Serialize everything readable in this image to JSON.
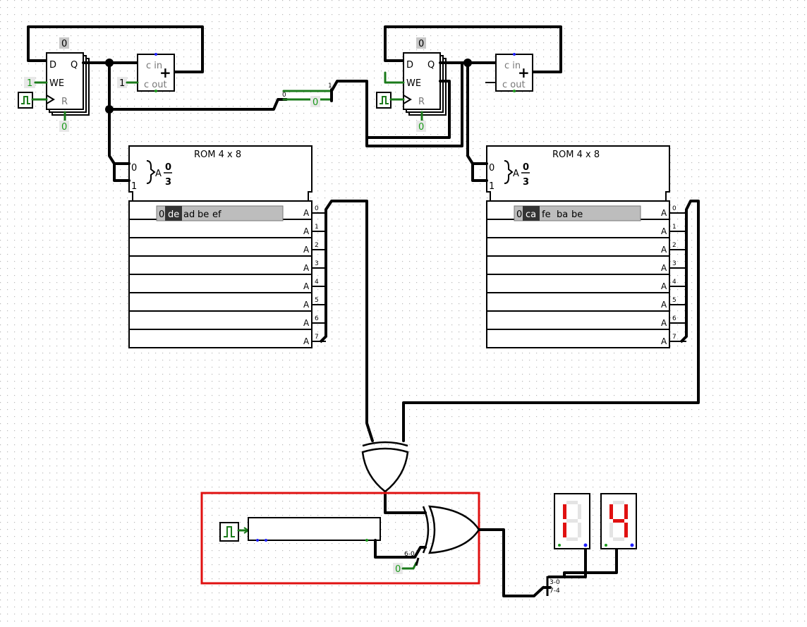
{
  "counters": [
    {
      "register": {
        "d_label": "D",
        "q_label": "Q",
        "we_label": "WE",
        "r_label": "R",
        "q_value": "0",
        "we_value": "1",
        "r_value": "0"
      },
      "adder": {
        "cin_label": "c in",
        "cout_label": "c out",
        "op": "+",
        "cin_value": "1"
      }
    },
    {
      "register": {
        "d_label": "D",
        "q_label": "Q",
        "we_label": "WE",
        "r_label": "R",
        "q_value": "0",
        "r_value": "0"
      },
      "adder": {
        "cin_label": "c in",
        "cout_label": "c out",
        "op": "+"
      }
    }
  ],
  "middle_splitter": {
    "bit0": "0",
    "bit1": "0",
    "bit_hi": "1",
    "value": "0"
  },
  "roms": [
    {
      "title": "ROM 4 x 8",
      "addr_bits": [
        "0",
        "1"
      ],
      "addr_label": "A",
      "addr_range_top": "0",
      "addr_range_bottom": "3",
      "data_addr": "0",
      "data_bytes": [
        "de",
        "ad",
        "be",
        "ef"
      ],
      "out_labels": [
        "A",
        "A",
        "A",
        "A",
        "A",
        "A",
        "A",
        "A"
      ],
      "bit_labels": [
        "0",
        "1",
        "2",
        "3",
        "4",
        "5",
        "6",
        "7"
      ]
    },
    {
      "title": "ROM 4 x 8",
      "addr_bits": [
        "0",
        "1"
      ],
      "addr_label": "A",
      "addr_range_top": "0",
      "addr_range_bottom": "3",
      "data_addr": "0",
      "data_bytes": [
        "ca",
        "fe",
        "ba",
        "be"
      ],
      "out_labels": [
        "A",
        "A",
        "A",
        "A",
        "A",
        "A",
        "A",
        "A"
      ],
      "bit_labels": [
        "0",
        "1",
        "2",
        "3",
        "4",
        "5",
        "6",
        "7"
      ]
    }
  ],
  "lfsr": {
    "splitter_label": "6-0",
    "const_value": "0"
  },
  "display_splitter": {
    "low": "3-0",
    "high": "7-4"
  },
  "displays": [
    {
      "digit": "1",
      "segments": {
        "a": false,
        "b": false,
        "c": false,
        "d": false,
        "e": true,
        "f": true,
        "g": false
      }
    },
    {
      "digit": "4",
      "segments": {
        "a": false,
        "b": true,
        "c": true,
        "d": false,
        "e": false,
        "f": true,
        "g": true
      }
    }
  ],
  "colors": {
    "highlight": "#e01010",
    "segment_on": "#e01010",
    "segment_off": "#e4e4e4",
    "wire_active": "#1a7a1a"
  }
}
